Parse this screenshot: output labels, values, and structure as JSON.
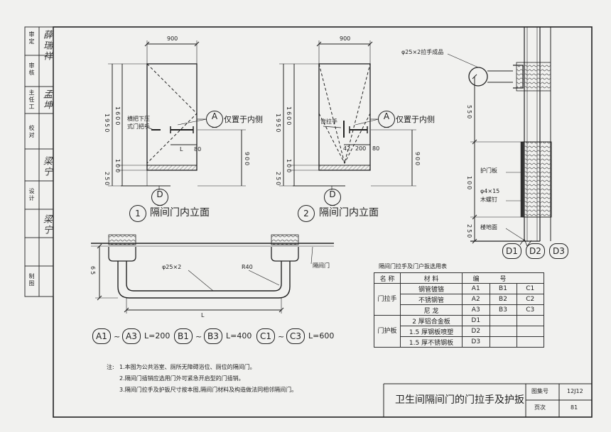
{
  "side_panel": {
    "approve": "审定",
    "approve_name": "薛瑞祥",
    "review": "审核",
    "chief": "主任工",
    "chief_name": "孟坤",
    "proof": "校对",
    "proof_name": "梁宁",
    "design": "设计",
    "design_name": "梁宁",
    "draw": "制图"
  },
  "elevation1": {
    "dim_width": "900",
    "dim_height": "1950",
    "dim_1600": "1600",
    "dim_100": "100",
    "dim_250": "250",
    "dim_900": "900",
    "dim_L": "L",
    "dim_80": "80",
    "handle_note_1": "横把下压",
    "handle_note_2": "式门把手",
    "mark_A": "A",
    "mark_A_sub": "—",
    "mark_D": "D",
    "mark_D_sub": "—",
    "inside_note": "仅置于内侧",
    "number": "1",
    "title": "隔间门内立面"
  },
  "elevation2": {
    "dim_width": "900",
    "dim_height": "1950",
    "dim_1600": "1600",
    "dim_100": "100",
    "dim_250": "250",
    "dim_900": "900",
    "dim_42": "42",
    "dim_200": "200",
    "dim_80": "80",
    "handle_note": "背拉手",
    "mark_A": "A",
    "mark_A_sub": "—",
    "mark_D": "D",
    "mark_D_sub": "—",
    "inside_note": "仅置于内侧",
    "number": "2",
    "title": "隔间门内立面"
  },
  "section": {
    "handle_label": "φ25×2拉手成品",
    "dim_550": "550",
    "dim_100": "100",
    "dim_250": "250",
    "guard_label": "护门板",
    "screw_label_1": "φ4×15",
    "screw_label_2": "木螺钉",
    "floor_label": "楼地面",
    "marks": [
      "D1",
      "D2",
      "D3"
    ]
  },
  "handle_plan": {
    "dim_65": "65",
    "pipe_label": "φ25×2",
    "radius_label": "R40",
    "door_label": "隔间门",
    "dim_L": "L",
    "variants": [
      {
        "from": "A1",
        "to": "A3",
        "length": "L=200"
      },
      {
        "from": "B1",
        "to": "B3",
        "length": "L=400"
      },
      {
        "from": "C1",
        "to": "C3",
        "length": "L=600"
      }
    ]
  },
  "selection_table": {
    "title": "隔间门拉手及门户扳选用表",
    "headers": [
      "名 称",
      "材 料",
      "编",
      "号",
      ""
    ],
    "handle_group": "门拉手",
    "guard_group": "门护板",
    "handle_rows": [
      [
        "钢管镀铬",
        "A1",
        "B1",
        "C1"
      ],
      [
        "不锈钢管",
        "A2",
        "B2",
        "C2"
      ],
      [
        "尼 龙",
        "A3",
        "B3",
        "C3"
      ]
    ],
    "guard_rows": [
      [
        "2 厚铝合金板",
        "D1",
        "",
        ""
      ],
      [
        "1.5 厚钢板喷塑",
        "D2",
        "",
        ""
      ],
      [
        "1.5 厚不锈钢板",
        "D3",
        "",
        ""
      ]
    ]
  },
  "notes": {
    "prefix": "注:",
    "items": [
      "1.本图为公共浴室、厕所无障碍浴位、厕位的隔间门。",
      "2.隔间门插销应选用门外可紧急开启型的门插销。",
      "3.隔间门拉手及护扳尺寸按本图,隔间门材料及构造做法同相邻隔间门。"
    ]
  },
  "title_block": {
    "title": "卫生间隔间门的门拉手及护扳",
    "atlas_label": "图集号",
    "atlas_value": "12J12",
    "page_label": "页次",
    "page_value": "81"
  }
}
